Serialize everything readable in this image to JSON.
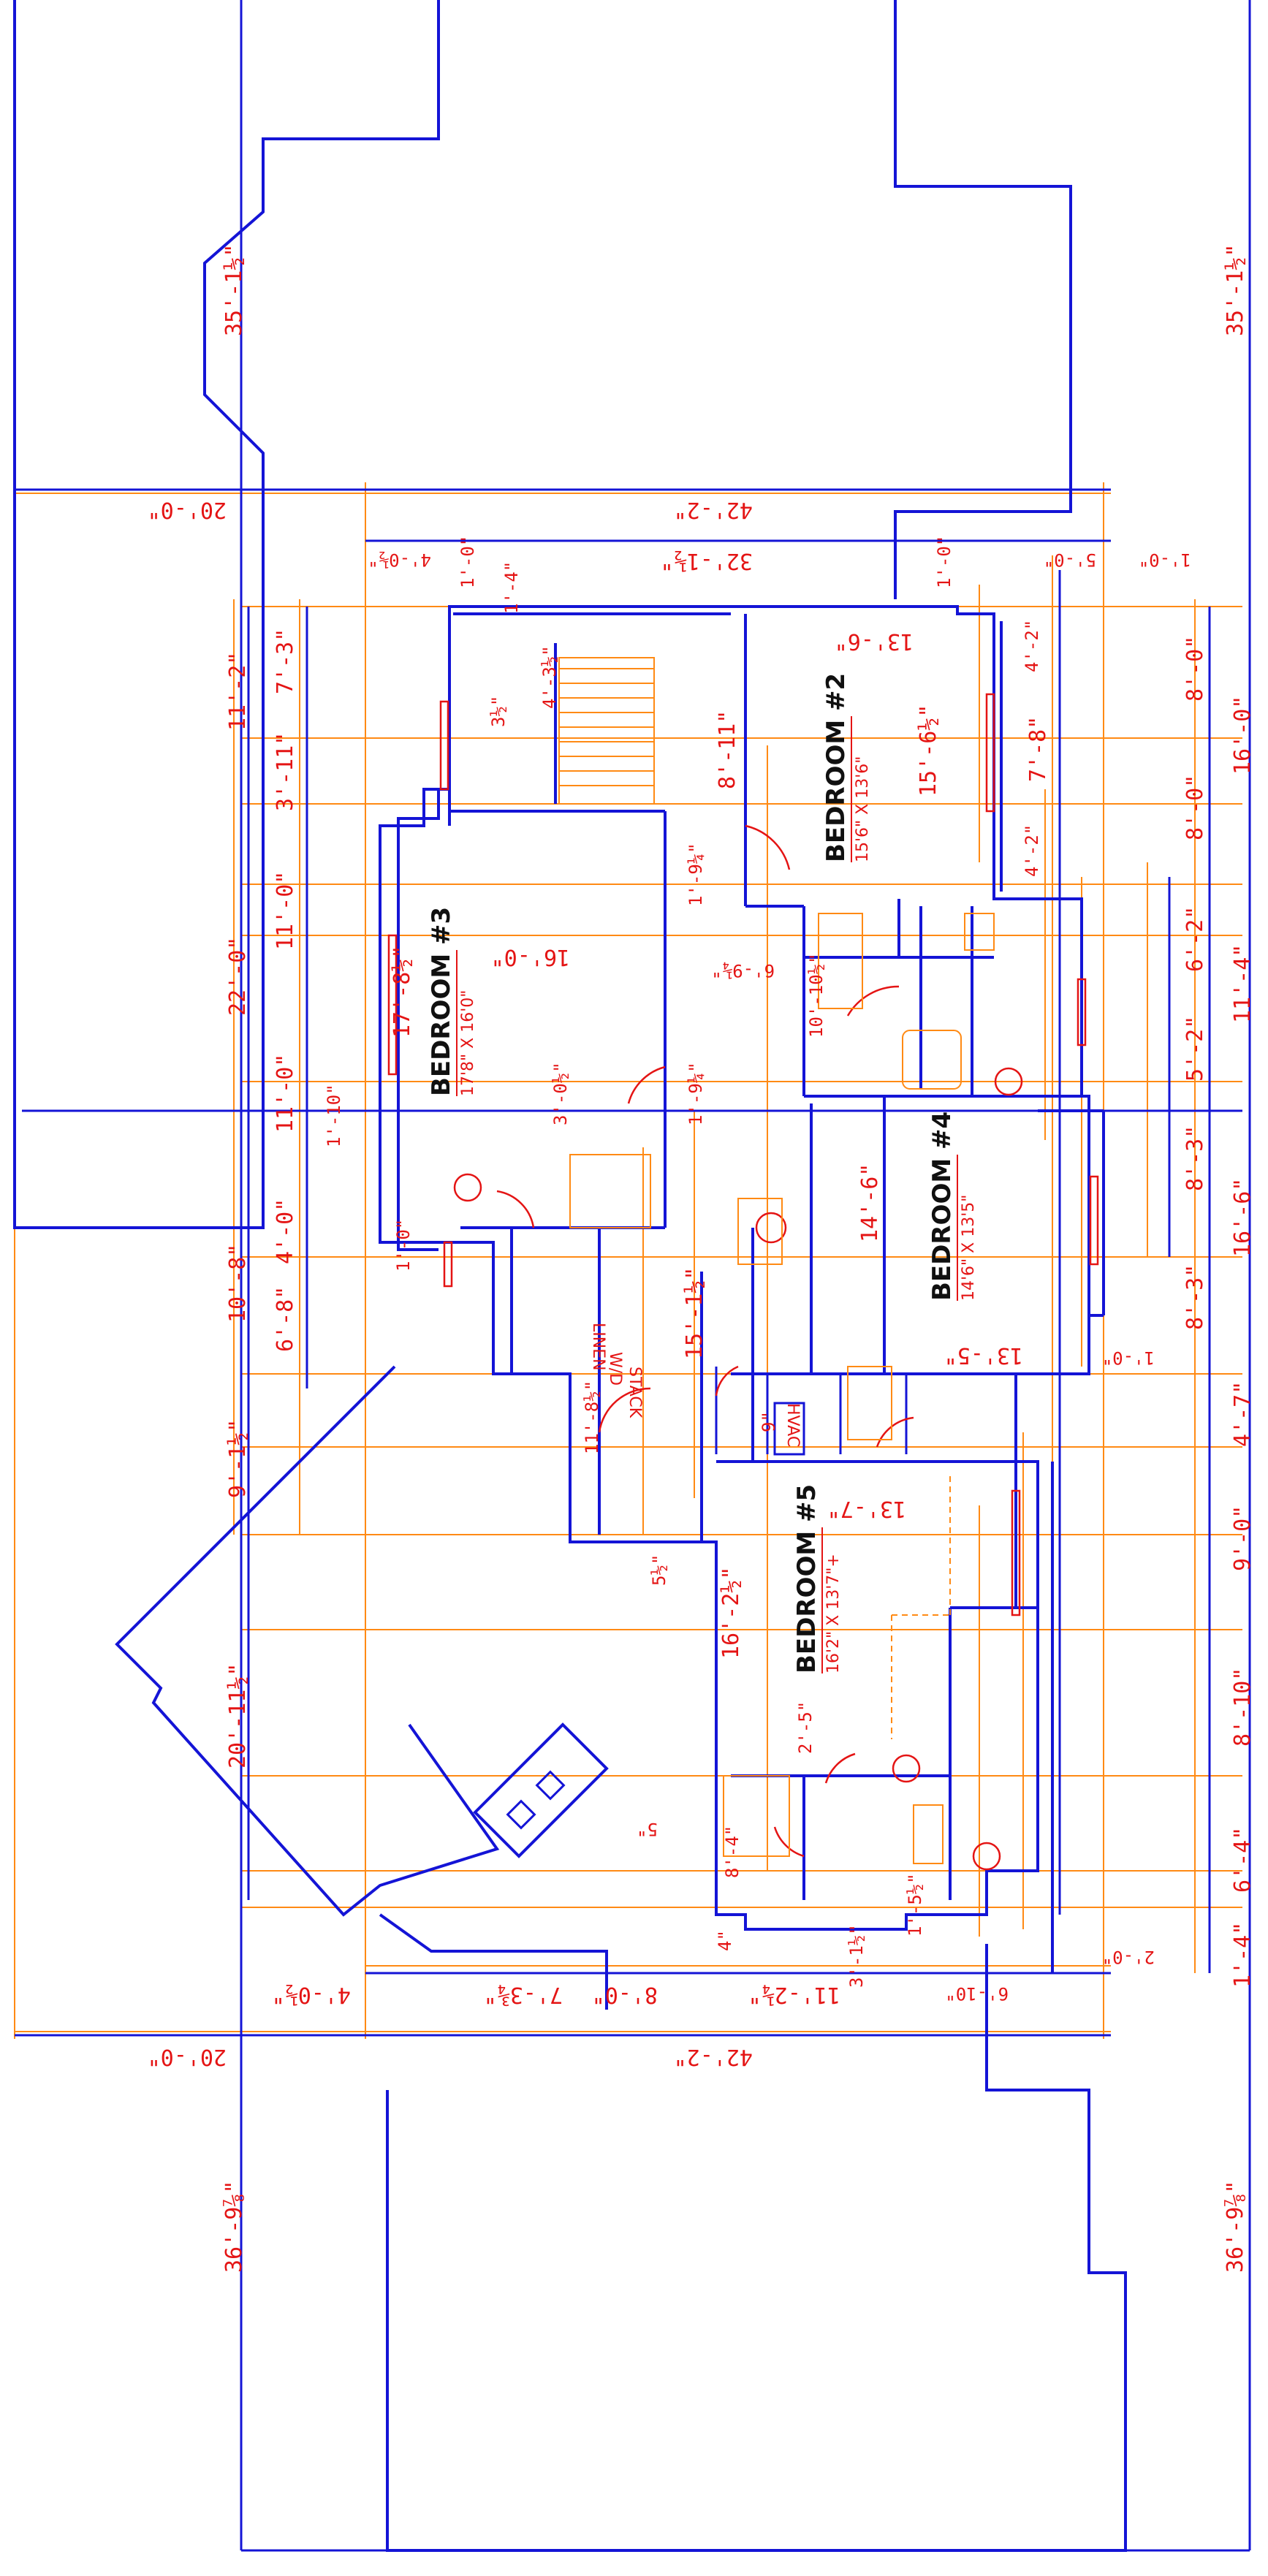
{
  "rooms": {
    "bedroom2": {
      "name": "BEDROOM #2",
      "size": "15'6\" X 13'6\""
    },
    "bedroom3": {
      "name": "BEDROOM #3",
      "size": "17'8\" X 16'0\""
    },
    "bedroom4": {
      "name": "BEDROOM #4",
      "size": "14'6\" X 13'5\""
    },
    "bedroom5": {
      "name": "BEDROOM #5",
      "size": "16'2\" X 13'7\"+"
    }
  },
  "labels": {
    "stack": "STACK",
    "wd": "W/D",
    "linen": "LINEN",
    "hvac": "HVAC"
  },
  "dims": {
    "left_top": "35'-1½\"",
    "right_top": "35'-1½\"",
    "left_bottom": "36'-9⅞\"",
    "right_bottom": "36'-9⅞\"",
    "top_20": "20'-0\"",
    "top_42": "42'-2\"",
    "top_32": "32'-1½\"",
    "top_4_0": "4'-0½\"",
    "top_1_0": "1'-0\"",
    "top_1_4": "1'-4\"",
    "top_1_0b": "1'-0\"",
    "top_5_0": "5'-0\"",
    "top_1_0c": "1'-0\"",
    "bot_20": "20'-0\"",
    "bot_42": "42'-2\"",
    "bot_11": "11'-2¼\"",
    "bot_8": "8'-0\"",
    "bot_7": "7'-3¾\"",
    "bot_4": "4'-0½\"",
    "bot_6_10": "6'-10\"",
    "bot_2": "2'-0\"",
    "l_11_2": "11'-2\"",
    "l_7_3": "7'-3\"",
    "l_3_11": "3'-11\"",
    "l_22_0": "22'-0\"",
    "l_11_0a": "11'-0\"",
    "l_11_0b": "11'-0\"",
    "l_1_10": "1'-10\"",
    "l_4_0": "4'-0\"",
    "l_10_8": "10'-8\"",
    "l_6_8": "6'-8\"",
    "l_9_1": "9'-1½\"",
    "l_20_11": "20'-11½\"",
    "l_1_0": "1'-0\"",
    "r_8_0a": "8'-0\"",
    "r_8_0b": "8'-0\"",
    "r_16_0": "16'-0\"",
    "r_6_2": "6'-2\"",
    "r_11_4": "11'-4\"",
    "r_5_2": "5'-2\"",
    "r_8_3a": "8'-3\"",
    "r_8_3b": "8'-3\"",
    "r_16_6": "16'-6\"",
    "r_4_7": "4'-7\"",
    "r_9_0": "9'-0\"",
    "r_8_10": "8'-10\"",
    "r_6_4": "6'-4\"",
    "r_1_4": "1'-4\"",
    "r_1_0": "1'-0\"",
    "r_4_2a": "4'-2\"",
    "r_4_2b": "4'-2\"",
    "r_7_8": "7'-8\"",
    "b2_15": "15'-6½\"",
    "b2_13": "13'-6\"",
    "b3_17": "17'-8½\"",
    "b3_16": "16'-0\"",
    "b4_14": "14'-6\"",
    "b4_13": "13'-5\"",
    "b5_16": "16'-2½\"",
    "b5_13": "13'-7\"",
    "c_8_11": "8'-11\"",
    "c_10_10": "10'-10½\"",
    "c_15_1": "15'-1½\"",
    "c_11_8": "11'-8½\"",
    "c_3_0": "3'-0½\"",
    "c_1_9a": "1'-9¼\"",
    "c_1_9b": "1'-9¼\"",
    "c_6_9": "6'-9¼\"",
    "c_5_1": "5½\"",
    "c_3_5": "3½\"",
    "c_4_3": "4'-3½\"",
    "c_2_5": "2'-5\"",
    "c_8_4": "8'-4\"",
    "c_3_1": "3'-1½\"",
    "c_1_5": "1'-5½\"",
    "c_4": "4\"",
    "c_5": "5\"",
    "c_9": "9\""
  }
}
